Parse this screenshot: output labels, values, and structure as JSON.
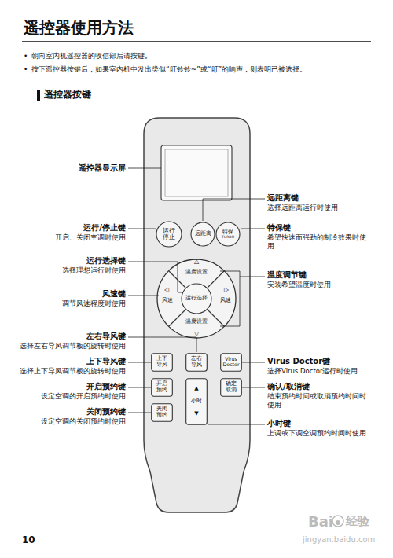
{
  "diagram": {
    "title": "遥控器使用方法",
    "nodes": [
      {
        "text": [
          "运行 停止"
        ]
      },
      {
        "text": [
          "远距离"
        ]
      },
      {
        "text": [
          "特保",
          "TURBO"
        ]
      },
      {
        "text": [
          "温度设置"
        ]
      },
      {
        "text": [
          "风速"
        ]
      },
      {
        "text": [
          "运行选择"
        ]
      },
      {
        "text": [
          "风速"
        ]
      },
      {
        "text": [
          "温度设置"
        ]
      },
      {
        "text": [
          "上下 导风"
        ]
      },
      {
        "text": [
          "左右 导风"
        ]
      },
      {
        "text": [
          "Virus Doctor"
        ]
      },
      {
        "text": [
          "开启 预约"
        ]
      },
      {
        "text": [
          "确定 取消"
        ]
      },
      {
        "text": [
          "▲",
          "小时",
          "▼"
        ]
      },
      {
        "text": [
          "关闭 预约"
        ]
      }
    ],
    "labels": [
      "•",
      "朝向室内机遥控器的收信部后请按键。",
      "•",
      "按下遥控器按键后，如果室内机中发出类似“叮铃铃~”或“叮”的响声，则表明已被选择。",
      "遥控器按键",
      "遥控器显示屏",
      "运行/停止键",
      "开启、关闭空调时使用",
      "运行选择键",
      "选择理想运行时使用",
      "风速键",
      "调节风速程度时使用",
      "左右导风键",
      "选择左右导风调节板的旋转时使用",
      "上下导风键",
      "选择上下导风调节板的旋转时使用",
      "开启预约键",
      "设定空调的开启预约时使用",
      "关闭预约键",
      "设定空调的关闭预约时使用",
      "远距离键",
      "选择远距离运行时使用",
      "特保键",
      "希望快速而强劲的制冷效果时使用",
      "温度调节键",
      "安装希望温度时使用",
      "Virus Doctor键",
      "选择Virus Doctor运行时使用",
      "确认/取消键",
      "结束预约时间或取消预约时间时使用",
      "小时键",
      "上调或下调空调预约时间时使用",
      "△",
      "▽",
      "◁",
      "▷",
      "10",
      "Bai",
      "经验",
      "jingyan.baidu.com"
    ]
  }
}
